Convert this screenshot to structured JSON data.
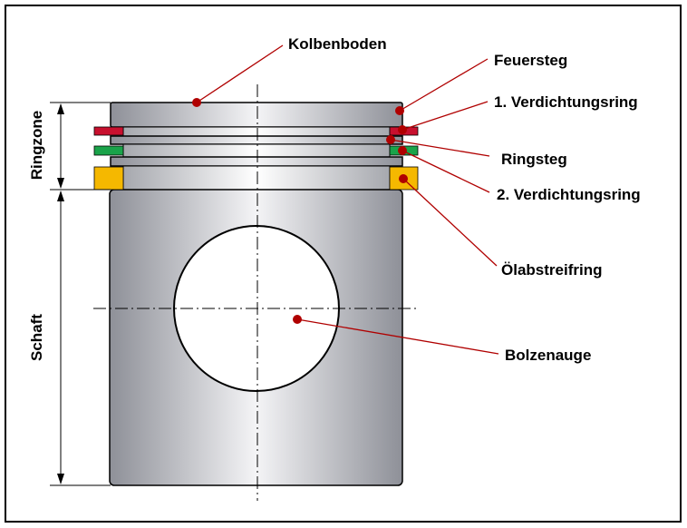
{
  "labels": {
    "kolbenboden": "Kolbenboden",
    "feuersteg": "Feuersteg",
    "verdichtungsring1": "1. Verdichtungsring",
    "ringsteg": "Ringsteg",
    "verdichtungsring2": "2. Verdichtungsring",
    "oelabstreifring": "Ölabstreifring",
    "bolzenauge": "Bolzenauge",
    "ringzone": "Ringzone",
    "schaft": "Schaft"
  },
  "colors": {
    "leader": "#b00000",
    "ring1": "#c8102e",
    "ring2": "#1aa34a",
    "oil_ring": "#f5b800",
    "piston_dark": "#8e9098",
    "piston_light": "#f4f4f6"
  }
}
